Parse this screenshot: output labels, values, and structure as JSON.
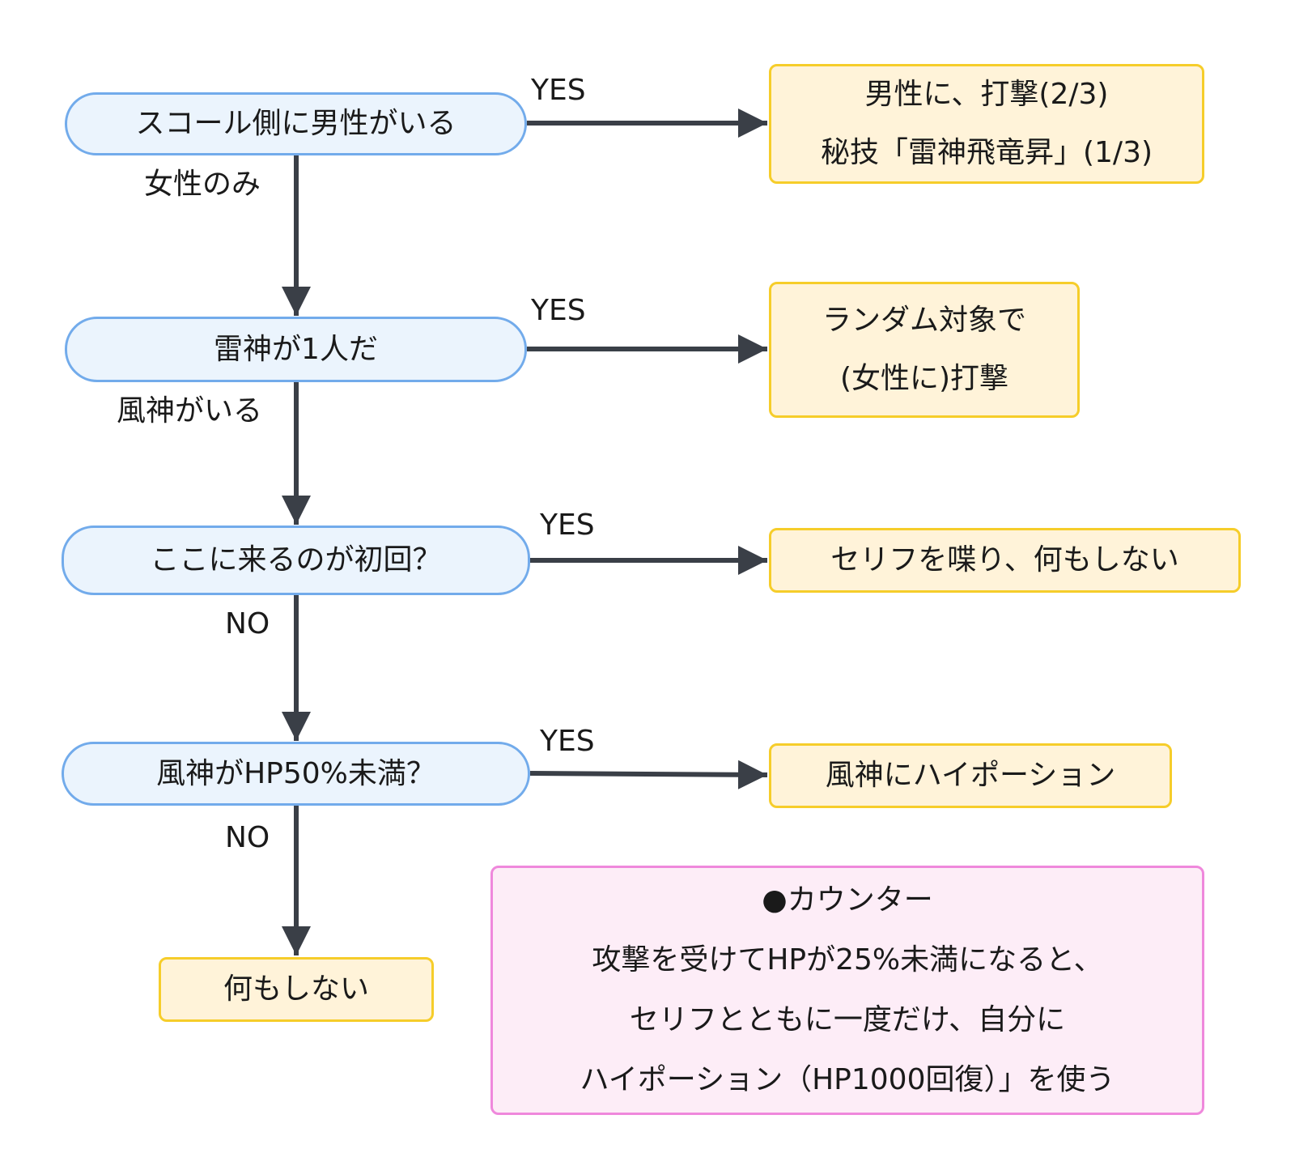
{
  "colors": {
    "decision_fill": "#ebf4fd",
    "decision_border": "#72abeb",
    "action_fill": "#fff3d9",
    "action_border": "#f6cd2a",
    "note_fill": "#fdedf7",
    "note_border": "#ef88dc",
    "edge": "#3a3f47"
  },
  "decisions": [
    {
      "id": "d1",
      "text": "スコール側に男性がいる"
    },
    {
      "id": "d2",
      "text": "雷神が1人だ"
    },
    {
      "id": "d3",
      "text": "ここに来るのが初回？"
    },
    {
      "id": "d4",
      "text": "風神がHP50%未満？"
    }
  ],
  "actions": [
    {
      "id": "a1",
      "lines": [
        "男性に、打撃(2/3)",
        "秘技「雷神飛竜昇」(1/3)"
      ]
    },
    {
      "id": "a2",
      "lines": [
        "ランダム対象で",
        "(女性に)打撃"
      ]
    },
    {
      "id": "a3",
      "lines": [
        "セリフを喋り、何もしない"
      ]
    },
    {
      "id": "a4",
      "lines": [
        "風神にハイポーション"
      ]
    },
    {
      "id": "a5",
      "lines": [
        "何もしない"
      ]
    }
  ],
  "edge_labels": {
    "d1_yes": "YES",
    "d1_no": "女性のみ",
    "d2_yes": "YES",
    "d2_no": "風神がいる",
    "d3_yes": "YES",
    "d3_no": "NO",
    "d4_yes": "YES",
    "d4_no": "NO"
  },
  "edges": [
    {
      "from": "d1",
      "to": "a1",
      "label": "YES"
    },
    {
      "from": "d1",
      "to": "d2",
      "label": "女性のみ"
    },
    {
      "from": "d2",
      "to": "a2",
      "label": "YES"
    },
    {
      "from": "d2",
      "to": "d3",
      "label": "風神がいる"
    },
    {
      "from": "d3",
      "to": "a3",
      "label": "YES"
    },
    {
      "from": "d3",
      "to": "d4",
      "label": "NO"
    },
    {
      "from": "d4",
      "to": "a4",
      "label": "YES"
    },
    {
      "from": "d4",
      "to": "a5",
      "label": "NO"
    }
  ],
  "note": {
    "title": "●カウンター",
    "lines": [
      "攻撃を受けてHPが25%未満になると、",
      "セリフとともに一度だけ、自分に",
      "ハイポーション（HP1000回復）」を使う"
    ]
  }
}
